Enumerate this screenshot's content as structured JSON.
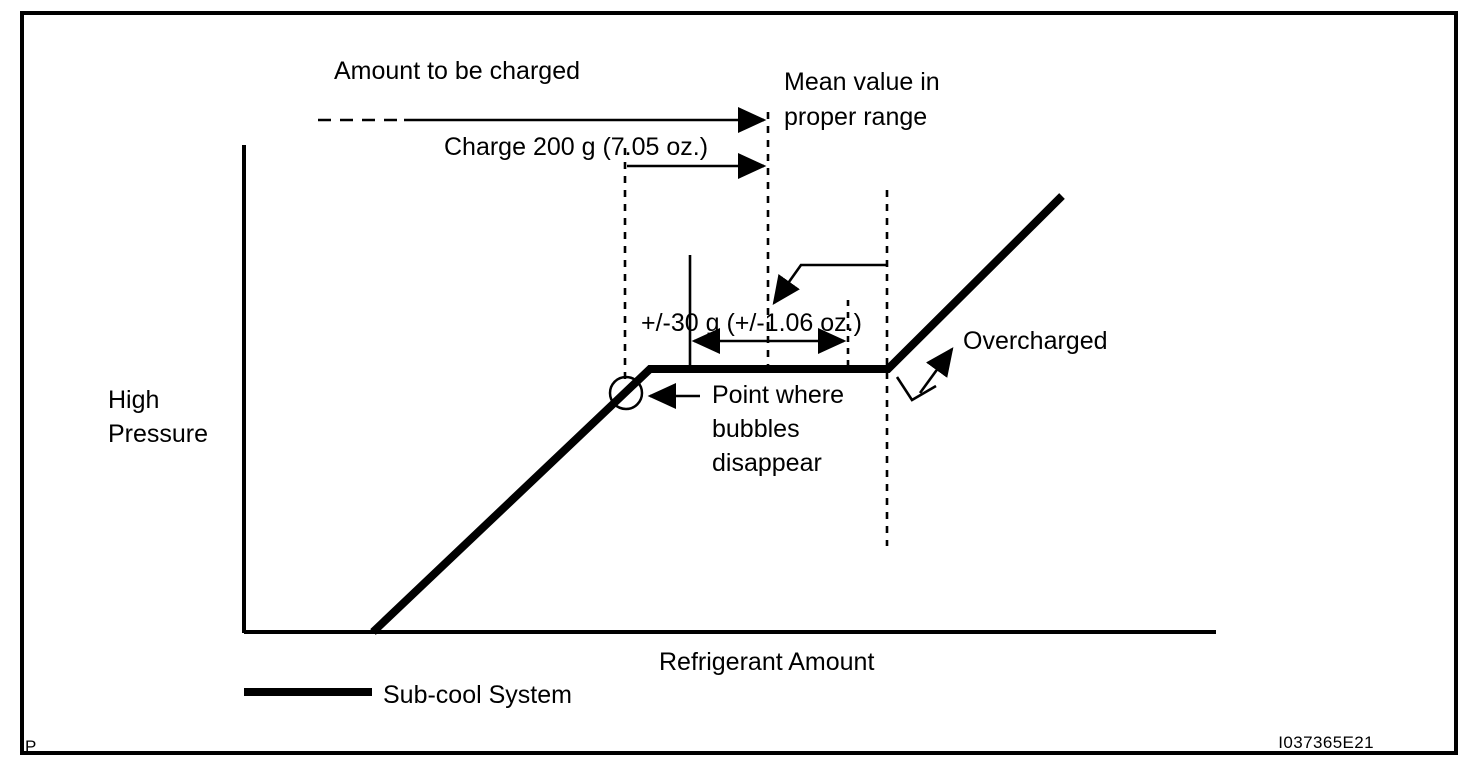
{
  "figure": {
    "border_color": "#000000",
    "ink_color": "#000000",
    "background": "#ffffff",
    "page_marker": "P",
    "figure_code": "I037365E21"
  },
  "axes": {
    "y_label_line1": "High",
    "y_label_line2": "Pressure",
    "x_label": "Refrigerant Amount"
  },
  "legend": {
    "series_label": "Sub-cool System"
  },
  "annotations": {
    "amount_to_be_charged": "Amount to be charged",
    "mean_value_line1": "Mean value in",
    "mean_value_line2": "proper range",
    "charge_amount": "Charge 200 g (7.05 oz.)",
    "tolerance": "+/-30 g (+/-1.06 oz.)",
    "bubbles_line1": "Point where",
    "bubbles_line2": "bubbles",
    "bubbles_line3": "disappear",
    "overcharged": "Overcharged"
  },
  "chart_data": {
    "type": "line",
    "title": "",
    "xlabel": "Refrigerant Amount",
    "ylabel": "High Pressure",
    "grid": false,
    "legend_position": "bottom-left",
    "axis_ticks": false,
    "series": [
      {
        "name": "Sub-cool System",
        "points": [
          {
            "x": 0.0,
            "y": 0.0,
            "note": "start of rise"
          },
          {
            "x": 0.33,
            "y": 0.54,
            "note": "point where bubbles disappear"
          },
          {
            "x": 0.61,
            "y": 0.54,
            "note": "end of proper-range plateau"
          },
          {
            "x": 0.82,
            "y": 0.9,
            "note": "overcharged rise"
          }
        ]
      }
    ],
    "markers": [
      {
        "name": "bubbles-disappear",
        "x": 0.3,
        "y": 0.5,
        "shape": "circle"
      }
    ],
    "reference_lines": [
      {
        "name": "charge-start",
        "x": 0.42,
        "style": "dashed"
      },
      {
        "name": "tolerance-lower",
        "x": 0.5,
        "style": "solid-tick"
      },
      {
        "name": "mean-value",
        "x": 0.61,
        "style": "dashed"
      },
      {
        "name": "tolerance-upper",
        "x": 0.69,
        "style": "dashed-short"
      },
      {
        "name": "plateau-end",
        "x": 0.82,
        "style": "dashed"
      }
    ],
    "measurements": [
      {
        "label": "Charge 200 g (7.05 oz.)",
        "value": 200,
        "unit": "g",
        "alt_value": 7.05,
        "alt_unit": "oz."
      },
      {
        "label": "+/-30 g (+/-1.06 oz.)",
        "value": 30,
        "unit": "g",
        "alt_value": 1.06,
        "alt_unit": "oz."
      }
    ]
  }
}
